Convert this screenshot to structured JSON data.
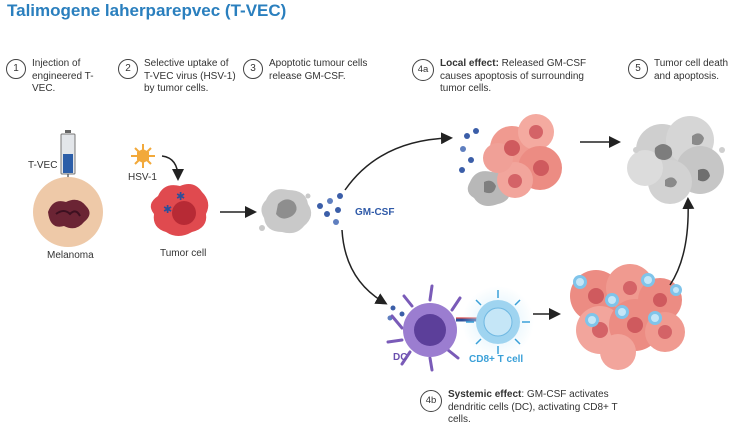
{
  "title": "Talimogene laherparepvec (T-VEC)",
  "steps": [
    {
      "num": "1",
      "text": "Injection of engineered T-VEC."
    },
    {
      "num": "2",
      "text": "Selective uptake of T-VEC virus (HSV-1) by tumor cells."
    },
    {
      "num": "3",
      "text": "Apoptotic tumour cells release GM-CSF."
    },
    {
      "num": "4a",
      "bold": "Local effect:",
      "text": " Released GM-CSF causes apoptosis of surrounding tumor cells."
    },
    {
      "num": "5",
      "text": "Tumor cell death and apoptosis."
    },
    {
      "num": "4b",
      "bold": "Systemic effect",
      "text": ": GM-CSF activates dendritic cells (DC), activating CD8+ T cells."
    }
  ],
  "labels": {
    "tvec": "T-VEC",
    "melanoma": "Melanoma",
    "hsv1": "HSV-1",
    "tumor_cell": "Tumor cell",
    "gmcsf": "GM-CSF",
    "dc": "DC",
    "cd8": "CD8+ T cell"
  },
  "colors": {
    "title": "#2a7fbe",
    "tumor": "#e98c80",
    "virus": "#f2a93b",
    "gmcsf_dots": "#3b5ea8",
    "dc": "#7a5bb8",
    "tcell": "#9fd4f0",
    "apoptotic": "#a9a9a9"
  }
}
